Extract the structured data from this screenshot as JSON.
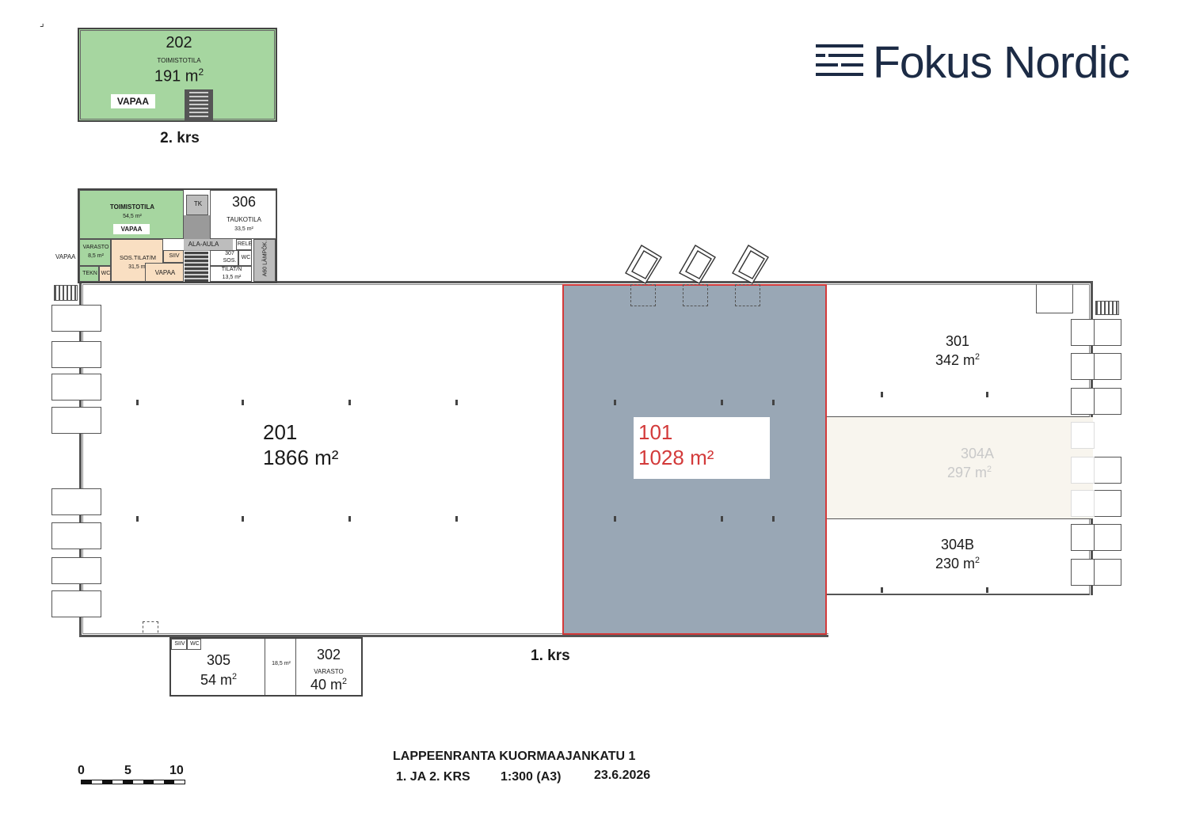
{
  "brand": {
    "name": "Fokus Nordic",
    "color": "#1c2b45"
  },
  "colors": {
    "available": "#a6d6a0",
    "social": "#f9dfc2",
    "highlight": "#99a7b5",
    "highlight_border": "#d33a3a",
    "reserved": "#f8f5ee",
    "technical": "#bdbdbd"
  },
  "corner_mark": "⌟",
  "floor2": {
    "caption": "2. krs",
    "room_202": {
      "number": "202",
      "type": "TOIMISTOTILA",
      "area": "191 m",
      "area_sup": "2",
      "status": "VAPAA"
    }
  },
  "floor1": {
    "caption": "1. krs",
    "office": {
      "type": "TOIMISTOTILA",
      "area": "54,5 m²",
      "status": "VAPAA"
    },
    "tk": "TK",
    "room_306": {
      "number": "306",
      "type": "TAUKOTILA",
      "area": "33,5 m²"
    },
    "varasto_small": {
      "type": "VARASTO",
      "area": "8,5 m²"
    },
    "vapaa_left": "VAPAA",
    "sos_m": {
      "type": "SOS.TILAT/M",
      "area": "31,5 m²"
    },
    "siiv_top": "SIIV",
    "vapaa_mid": "VAPAA",
    "ala_aula": "ALA-AULA",
    "rele": "RELE",
    "wc_top": "WC",
    "sos_307": {
      "number": "307",
      "type": "SOS.",
      "type2": "TILAT/N",
      "area": "13,5 m²"
    },
    "a60": "A60",
    "lampok": "LÄMPÖK.",
    "tekn": "TEKN",
    "wc_left": "WC",
    "room_201": {
      "number": "201",
      "area": "1866 m²"
    },
    "room_101": {
      "number": "101",
      "area": "1028 m²"
    },
    "room_301": {
      "number": "301",
      "area": "342 m",
      "area_sup": "2"
    },
    "room_304a": {
      "number": "304A",
      "area": "297 m",
      "area_sup": "2"
    },
    "room_304b": {
      "number": "304B",
      "area": "230 m",
      "area_sup": "2"
    },
    "siiv_bottom": "SIIV",
    "wc_bottom": "WC",
    "room_305": {
      "number": "305",
      "area": "54 m",
      "area_sup": "2"
    },
    "small_area": "18,5 m²",
    "room_302": {
      "number": "302",
      "type": "VARASTO",
      "area": "40 m",
      "area_sup": "2"
    }
  },
  "title_block": {
    "line1": "LAPPEENRANTA  KUORMAAJANKATU 1",
    "floors": "1. JA 2. KRS",
    "scale": "1:300 (A3)",
    "date": "23.6.2026"
  },
  "scale_bar": {
    "labels": [
      "0",
      "5",
      "10"
    ]
  }
}
